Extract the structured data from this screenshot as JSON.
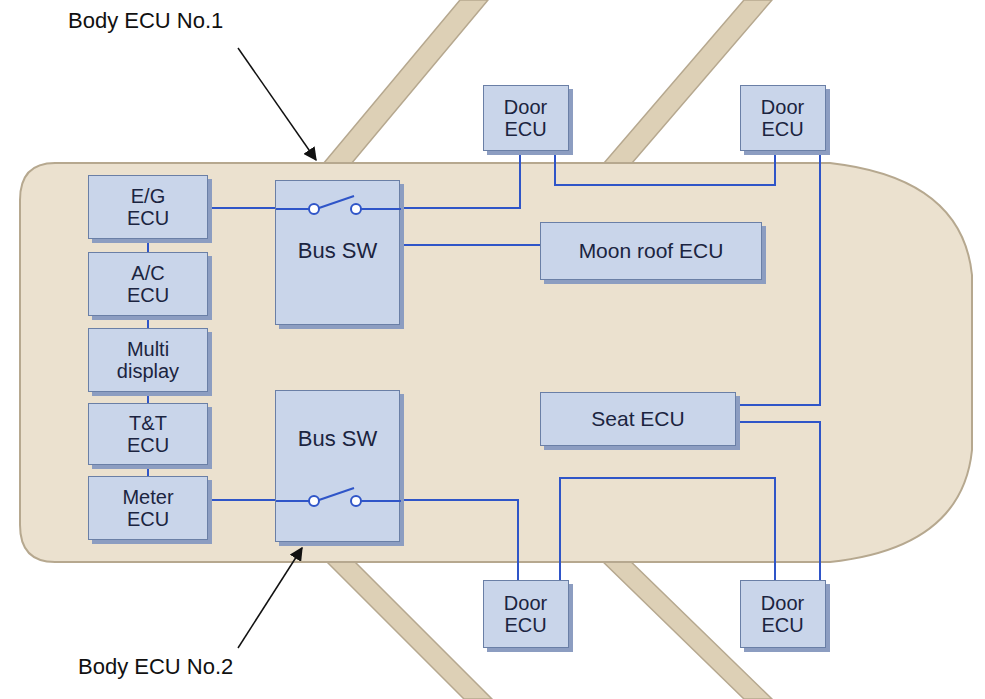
{
  "diagram": {
    "nodes": [
      {
        "text": [
          "E/G ECU"
        ]
      },
      {
        "text": [
          "A/C ECU"
        ]
      },
      {
        "text": [
          "Multi display"
        ]
      },
      {
        "text": [
          "T&T ECU"
        ]
      },
      {
        "text": [
          "Meter ECU"
        ]
      },
      {
        "text": [
          "Bus SW"
        ]
      },
      {
        "text": [
          "Bus SW"
        ]
      },
      {
        "text": [
          "Door ECU"
        ]
      },
      {
        "text": [
          "Door ECU"
        ]
      },
      {
        "text": [
          "Moon roof ECU"
        ]
      },
      {
        "text": [
          "Seat ECU"
        ]
      },
      {
        "text": [
          "Door ECU"
        ]
      },
      {
        "text": [
          "Door ECU"
        ]
      }
    ],
    "edges": [
      {
        "from": 0,
        "to": 1,
        "arrow": "none"
      },
      {
        "from": 1,
        "to": 2,
        "arrow": "none"
      },
      {
        "from": 2,
        "to": 3,
        "arrow": "none"
      },
      {
        "from": 3,
        "to": 4,
        "arrow": "none"
      },
      {
        "from": 0,
        "to": 5,
        "arrow": "none"
      },
      {
        "from": 5,
        "to": 7,
        "arrow": "none"
      },
      {
        "from": 7,
        "to": 8,
        "arrow": "none"
      },
      {
        "from": 5,
        "to": 9,
        "arrow": "none"
      },
      {
        "from": 8,
        "to": 10,
        "arrow": "none"
      },
      {
        "from": 4,
        "to": 6,
        "arrow": "none"
      },
      {
        "from": 6,
        "to": 11,
        "arrow": "none"
      },
      {
        "from": 11,
        "to": 12,
        "arrow": "none"
      },
      {
        "from": 12,
        "to": 10,
        "arrow": "none"
      }
    ],
    "labels": [
      "Body ECU No.1",
      "Body ECU No.2"
    ]
  }
}
